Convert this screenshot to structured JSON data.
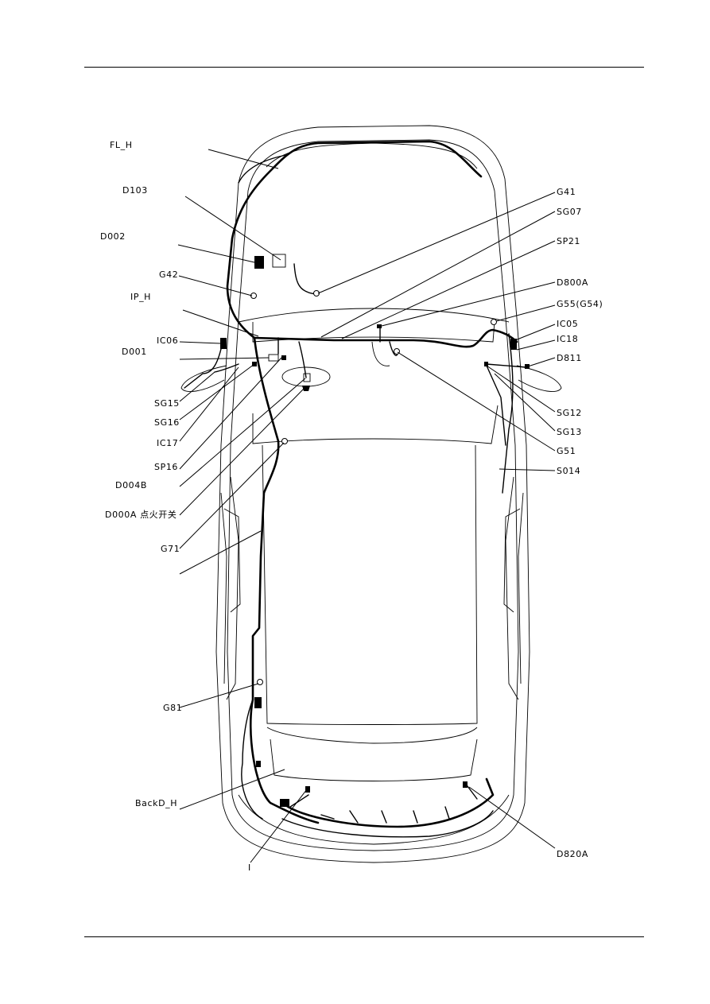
{
  "labels": {
    "fl_h": "FL_H",
    "d103": "D103",
    "d002": "D002",
    "g42": "G42",
    "ip_h": "IP_H",
    "ic06": "IC06",
    "d001": "D001",
    "sg15": "SG15",
    "sg16": "SG16",
    "ic17": "IC17",
    "sp16": "SP16",
    "d004b": "D004B",
    "d000a": "D000A 点火开关",
    "g71": "G71",
    "g81": "G81",
    "backd_h": "BackD_H",
    "i_label": "I",
    "g41": "G41",
    "sg07": "SG07",
    "sp21": "SP21",
    "d800a": "D800A",
    "g55": "G55(G54)",
    "ic05": "IC05",
    "ic18": "IC18",
    "d811": "D811",
    "sg12": "SG12",
    "sg13": "SG13",
    "g51": "G51",
    "s014": "S014",
    "d820a": "D820A"
  }
}
